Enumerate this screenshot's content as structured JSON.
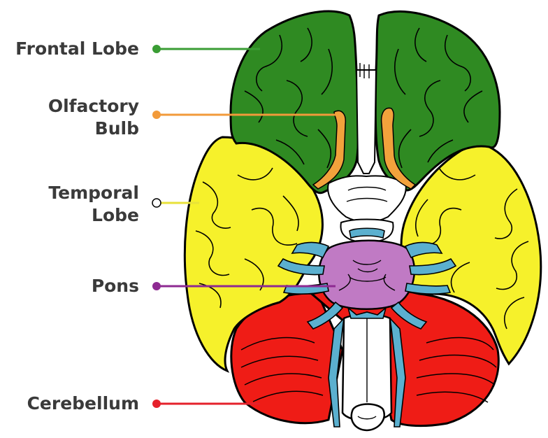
{
  "labels": {
    "frontal_lobe": "Frontal Lobe",
    "olfactory_bulb": "Olfactory\nBulb",
    "temporal_lobe": "Temporal\nLobe",
    "pons": "Pons",
    "cerebellum": "Cerebellum"
  },
  "colors": {
    "frontal_lobe": "#2f8a22",
    "olfactory_bulb": "#f2a23c",
    "temporal_lobe": "#f6f12b",
    "pons": "#c07ac4",
    "cerebellum": "#ef1c16",
    "nerves": "#5bb0cf",
    "outline": "#000000",
    "leader_frontal": "#3a9d34",
    "leader_olfactory": "#f29a3a",
    "leader_temporal": "#e8e23a",
    "leader_pons": "#8e2a92",
    "leader_cerebellum": "#e5212b"
  }
}
